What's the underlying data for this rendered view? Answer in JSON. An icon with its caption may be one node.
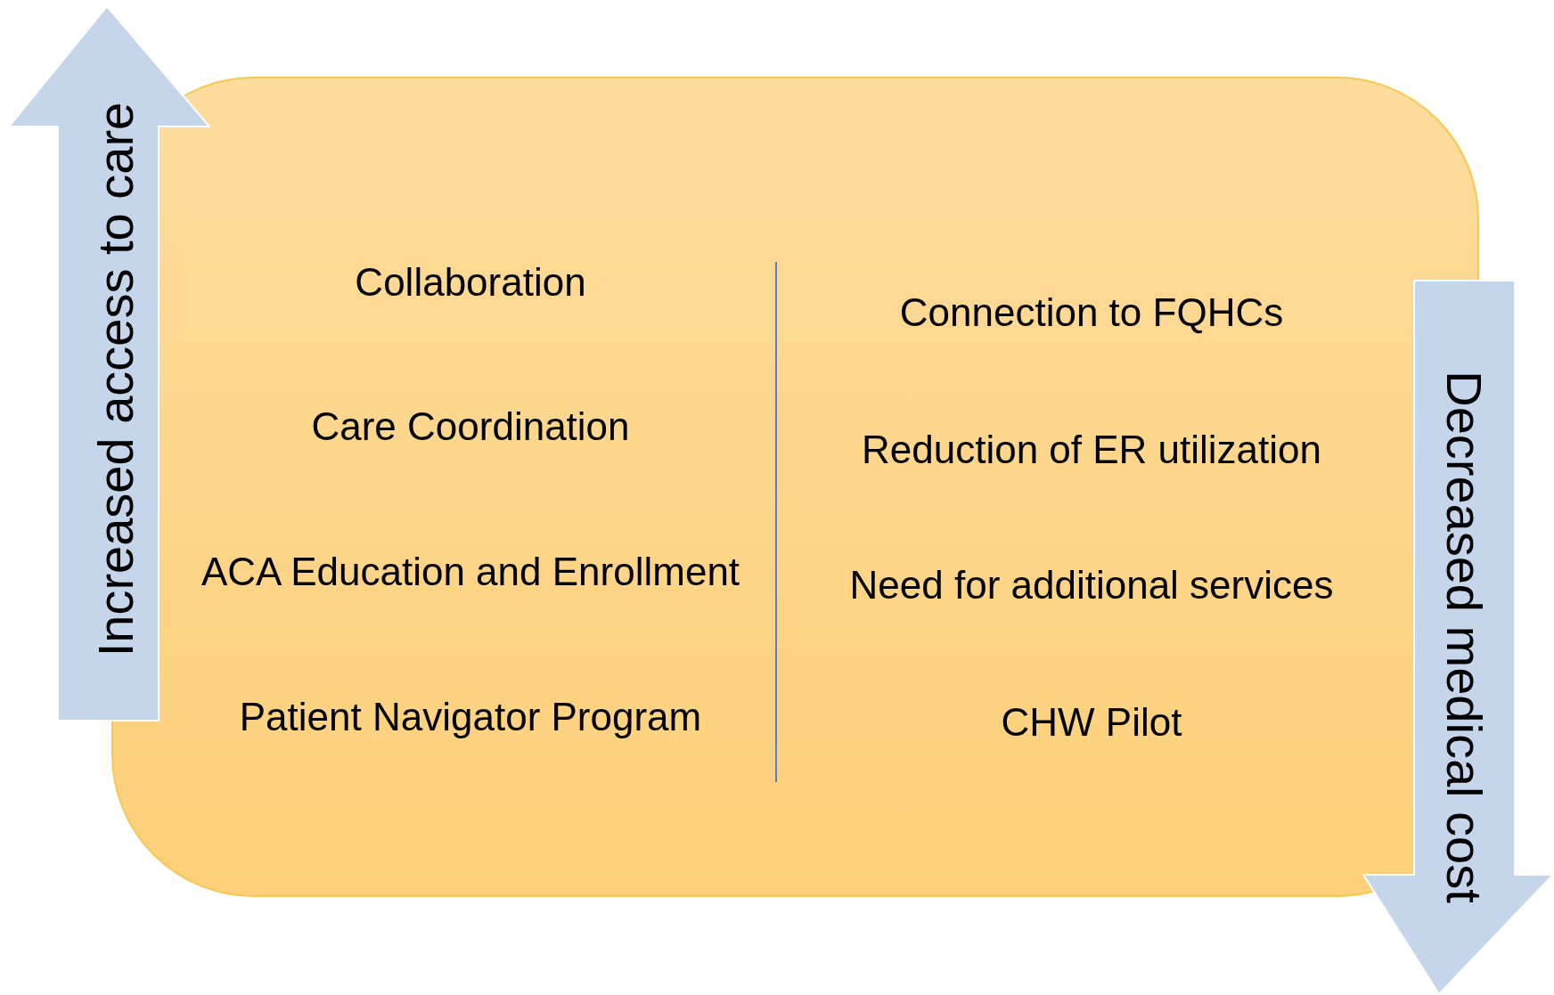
{
  "diagram": {
    "nodes": [
      {
        "text": [
          "Increased access to care"
        ]
      },
      {
        "text": [
          "Collaboration",
          "Care Coordination",
          "ACA Education and Enrollment",
          "Patient Navigator Program",
          "Connection to FQHCs",
          "Reduction of ER utilization",
          "Need for additional services",
          "CHW Pilot"
        ]
      },
      {
        "text": [
          "Decreased medical cost"
        ]
      }
    ]
  }
}
